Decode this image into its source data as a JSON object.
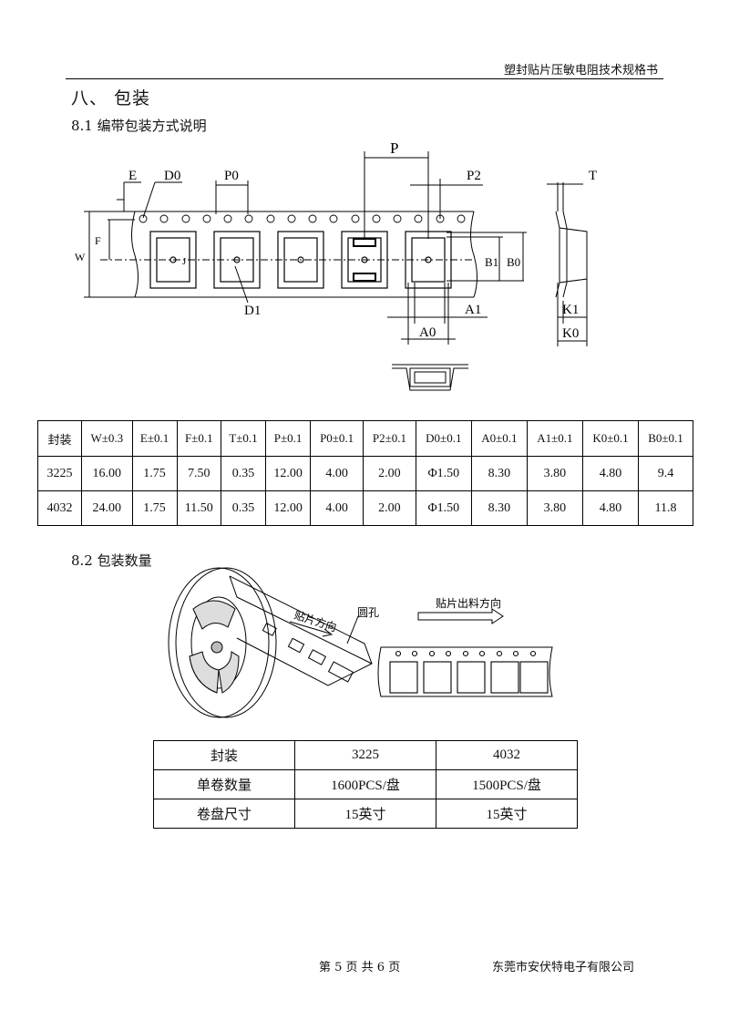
{
  "header": {
    "doc_title": "塑封贴片压敏电阻技术规格书"
  },
  "section": {
    "title": "八、  包装",
    "sub1": "8.1 编带包装方式说明",
    "sub2": "8.2  包装数量"
  },
  "diagram1": {
    "labels": {
      "E": "E",
      "D0": "D0",
      "P0": "P0",
      "P": "P",
      "P2": "P2",
      "T": "T",
      "W": "W",
      "F": "F",
      "D1": "D1",
      "B1": "B1",
      "B0": "B0",
      "A1": "A1",
      "A0": "A0",
      "K1": "K1",
      "K0": "K0",
      "J": "J"
    }
  },
  "diagram2": {
    "labels": {
      "feed_dir": "贴片方向",
      "hole": "圆孔",
      "out_dir": "贴片出料方向"
    }
  },
  "table1": {
    "headers": [
      "封装",
      "W±0.3",
      "E±0.1",
      "F±0.1",
      "T±0.1",
      "P±0.1",
      "P0±0.1",
      "P2±0.1",
      "D0±0.1",
      "A0±0.1",
      "A1±0.1",
      "K0±0.1",
      "B0±0.1"
    ],
    "rows": [
      [
        "3225",
        "16.00",
        "1.75",
        "7.50",
        "0.35",
        "12.00",
        "4.00",
        "2.00",
        "Φ1.50",
        "8.30",
        "3.80",
        "4.80",
        "9.4"
      ],
      [
        "4032",
        "24.00",
        "1.75",
        "11.50",
        "0.35",
        "12.00",
        "4.00",
        "2.00",
        "Φ1.50",
        "8.30",
        "3.80",
        "4.80",
        "11.8"
      ]
    ]
  },
  "table2": {
    "rows": [
      [
        "封装",
        "3225",
        "4032"
      ],
      [
        "单卷数量",
        "1600PCS/盘",
        "1500PCS/盘"
      ],
      [
        "卷盘尺寸",
        "15英寸",
        "15英寸"
      ]
    ]
  },
  "footer": {
    "page": "第 5 页 共 6 页",
    "company": "东莞市安伏特电子有限公司"
  }
}
